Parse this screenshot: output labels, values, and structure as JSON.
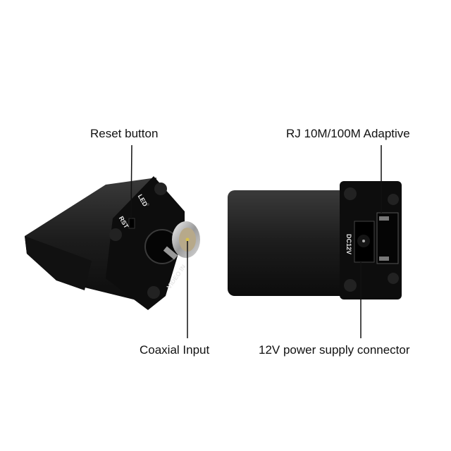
{
  "callouts": {
    "reset": "Reset button",
    "rj": "RJ 10M/100M Adaptive",
    "coax": "Coaxial Input",
    "power": "12V power supply connector"
  },
  "device_markings": {
    "led": "LED",
    "rst": "RST",
    "video_in": "VIDEO IN",
    "dc": "DC12V"
  },
  "colors": {
    "body": "#1a1a1a",
    "face": "#0d0d0d",
    "line": "#111111"
  }
}
